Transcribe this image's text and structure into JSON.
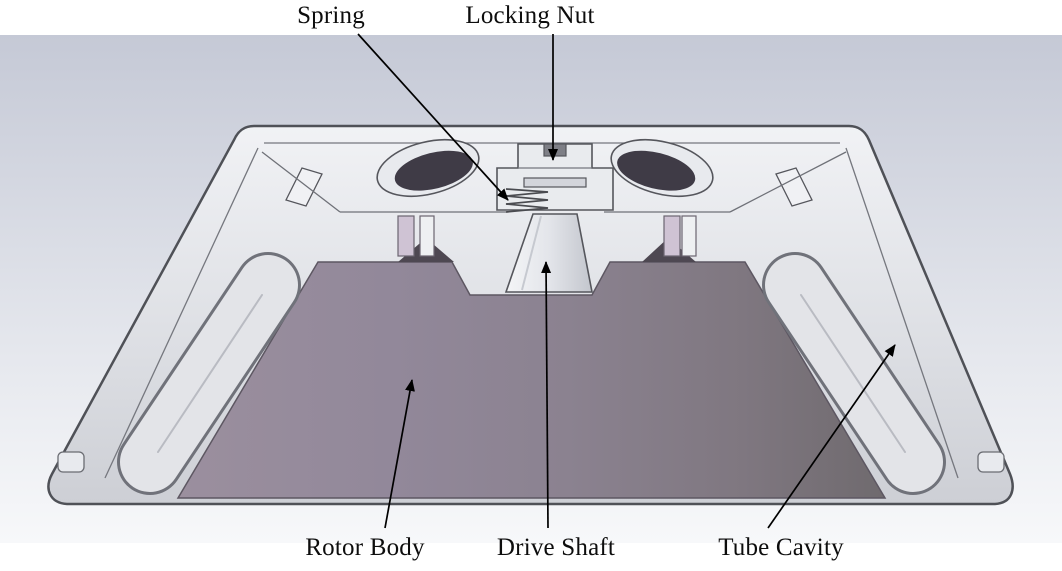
{
  "figure": {
    "type": "cad-cross-section",
    "labels": {
      "spring": "Spring",
      "locking_nut": "Locking Nut",
      "rotor_body": "Rotor Body",
      "drive_shaft": "Drive Shaft",
      "tube_cavity": "Tube Cavity"
    },
    "colors": {
      "background_top": "#c5c9d6",
      "background_bottom": "#f7f8fa",
      "shell_fill": "#e2e4e8",
      "section_fill": "#8b8290",
      "outline": "#55565c",
      "arrow": "#000000",
      "label_text": "#0d0d0d"
    }
  }
}
